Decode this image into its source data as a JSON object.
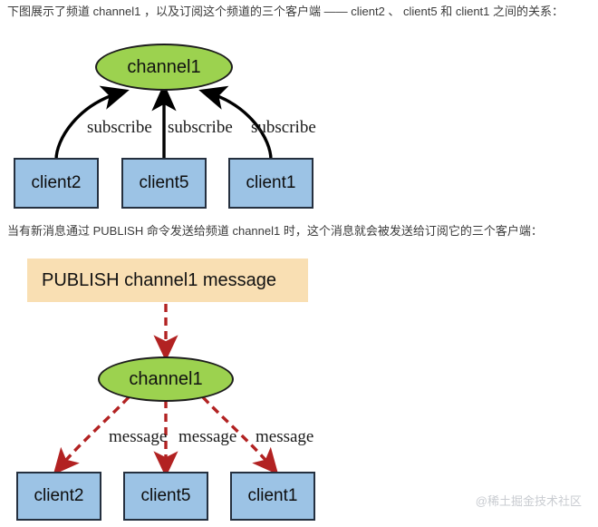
{
  "captions": {
    "top": "下图展示了频道 channel1 ，以及订阅这个频道的三个客户端 —— client2 、 client5 和 client1 之间的关系：",
    "middle": "当有新消息通过 PUBLISH 命令发送给频道 channel1 时，这个消息就会被发送给订阅它的三个客户端："
  },
  "colors": {
    "channel_fill": "#9CD24F",
    "client_fill": "#9CC3E5",
    "command_fill": "#F9DFB3",
    "subscribe_edge": "#000000",
    "message_edge": "#B22222",
    "node_border": "#25303f"
  },
  "diagram_subscribe": {
    "title": "subscribe-diagram",
    "channel": {
      "label": "channel1"
    },
    "clients": [
      {
        "label": "client2"
      },
      {
        "label": "client5"
      },
      {
        "label": "client1"
      }
    ],
    "edge_labels": [
      {
        "label": "subscribe"
      },
      {
        "label": "subscribe"
      },
      {
        "label": "subscribe"
      }
    ]
  },
  "diagram_publish": {
    "title": "publish-diagram",
    "command": {
      "label": "PUBLISH channel1 message"
    },
    "channel": {
      "label": "channel1"
    },
    "clients": [
      {
        "label": "client2"
      },
      {
        "label": "client5"
      },
      {
        "label": "client1"
      }
    ],
    "edge_labels": [
      {
        "label": "message"
      },
      {
        "label": "message"
      },
      {
        "label": "message"
      }
    ]
  },
  "watermark": {
    "text": "@稀土掘金技术社区"
  }
}
